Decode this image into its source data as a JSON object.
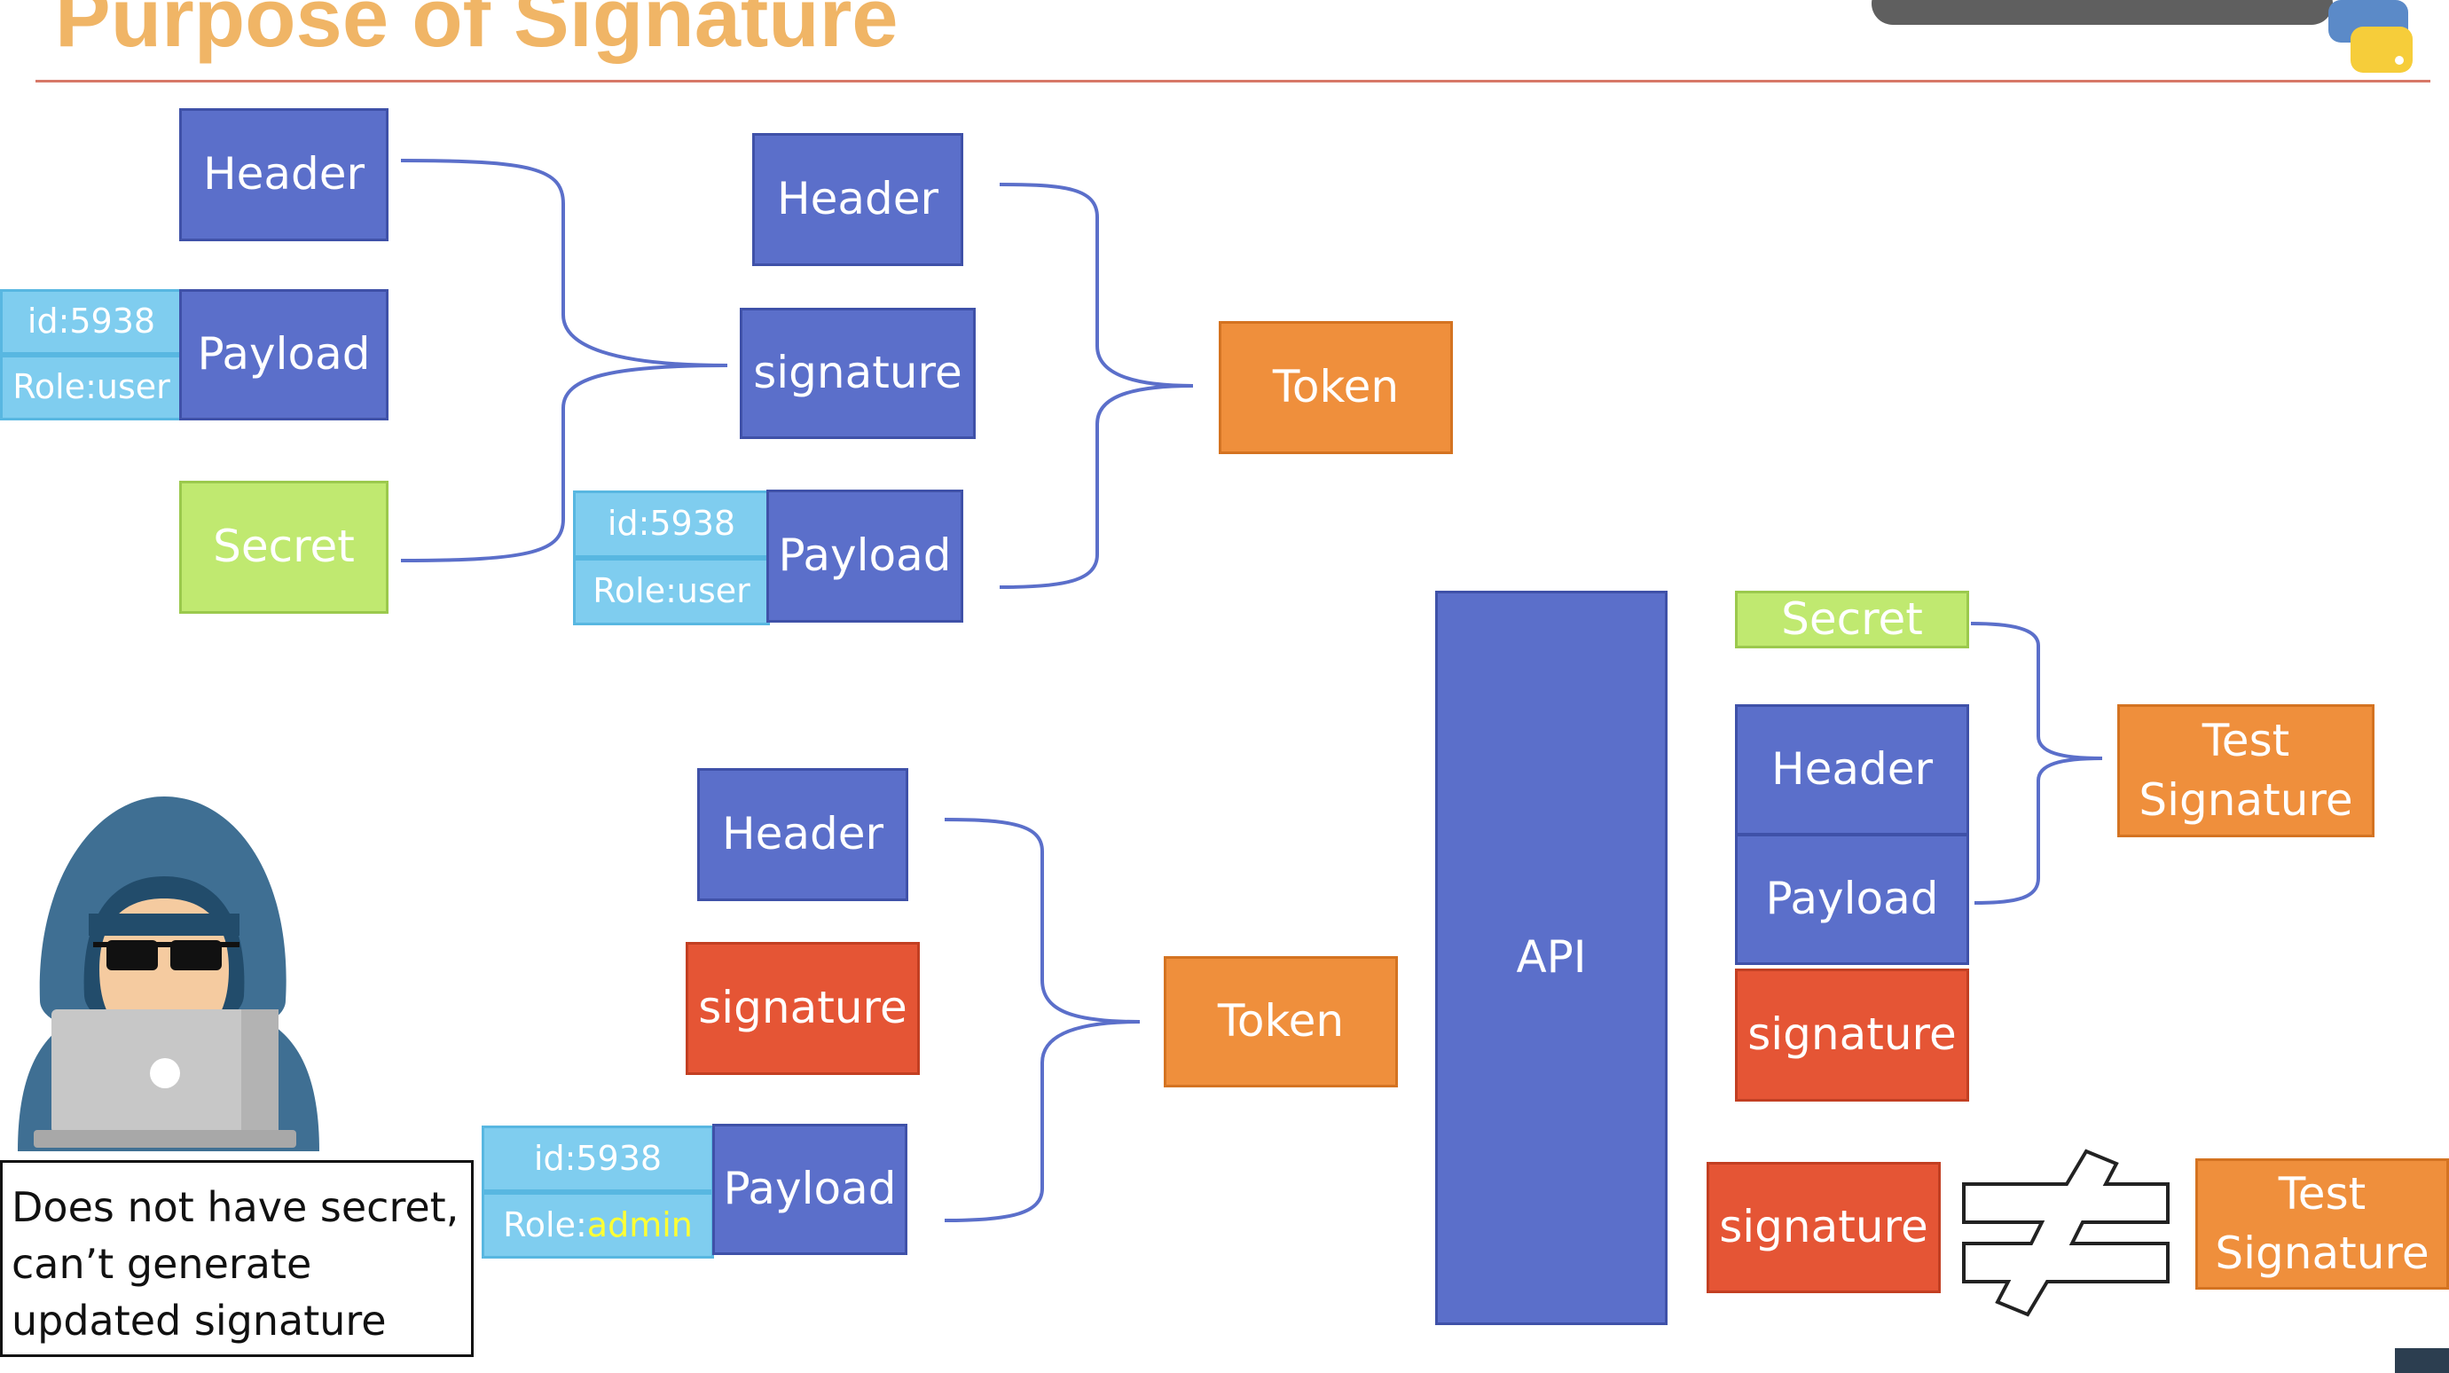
{
  "title": "Purpose of Signature",
  "labels": {
    "header": "Header",
    "payload": "Payload",
    "secret": "Secret",
    "signature": "signature",
    "token": "Token",
    "api": "API",
    "test_signature_line1": "Test",
    "test_signature_line2": "Signature"
  },
  "claims": {
    "id": "id:5938",
    "role_user": "Role:user",
    "role_prefix": "Role:",
    "role_admin": "admin"
  },
  "caption": {
    "line1": "Does not have secret,",
    "line2": "can’t generate",
    "line3": "updated signature"
  },
  "colors": {
    "header_payload": "#5b6fca",
    "token": "#ef8f3c",
    "secret": "#c0e970",
    "forged_signature": "#e55535",
    "claims": "#7fcdef",
    "admin_highlight": "#ffff33",
    "title": "#f0b566"
  }
}
